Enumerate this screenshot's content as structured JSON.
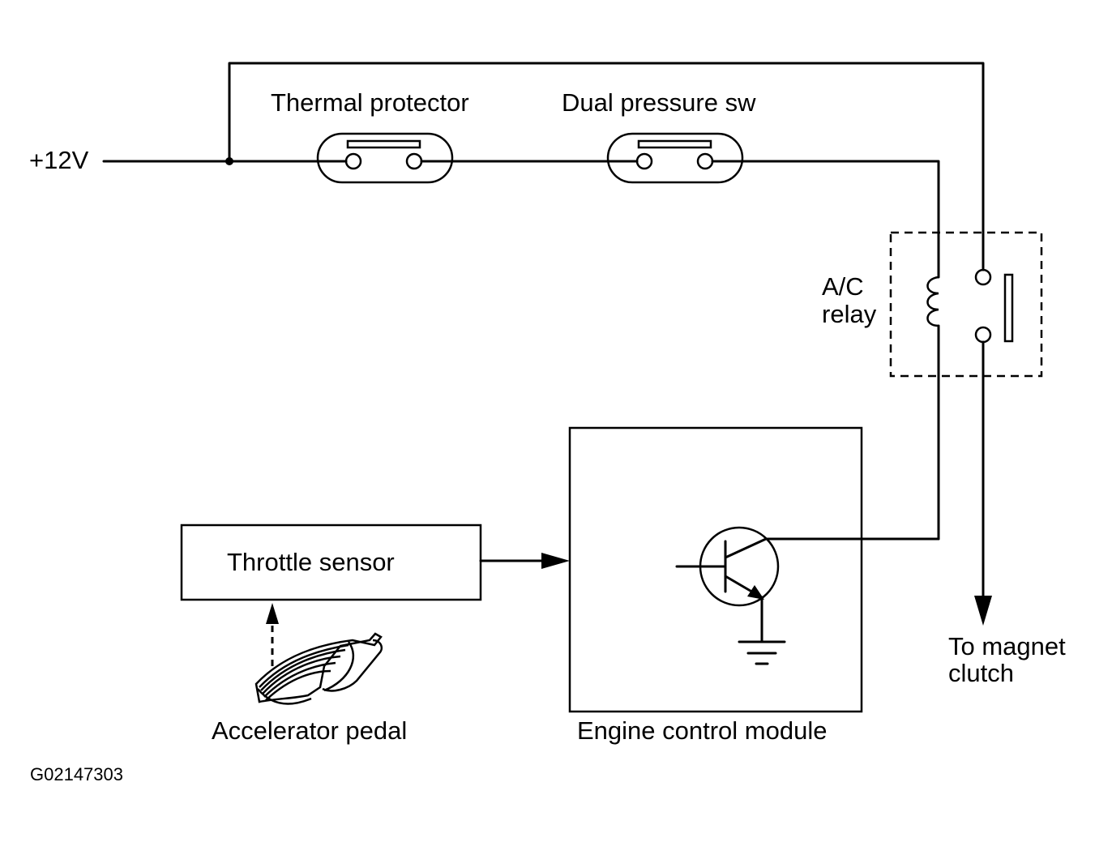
{
  "labels": {
    "supply": "+12V",
    "thermal_protector": "Thermal protector",
    "dual_pressure_sw": "Dual pressure sw",
    "ac_relay_line1": "A/C",
    "ac_relay_line2": "relay",
    "throttle_sensor": "Throttle sensor",
    "accelerator_pedal": "Accelerator pedal",
    "engine_control_module": "Engine control module",
    "magnet_clutch_line1": "To magnet",
    "magnet_clutch_line2": "clutch",
    "figure_code": "G02147303"
  },
  "colors": {
    "ink": "#000000",
    "background": "#ffffff"
  }
}
